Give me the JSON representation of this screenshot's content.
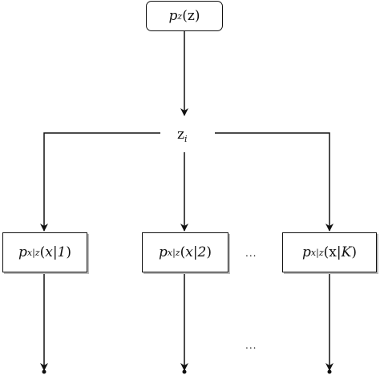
{
  "prior": {
    "func": "p",
    "sub": "z",
    "arg": "z"
  },
  "latent": {
    "var": "z",
    "sub": "i"
  },
  "conditionals": [
    {
      "func": "p",
      "sub": "x|z",
      "arg": "x|1"
    },
    {
      "func": "p",
      "sub": "x|z",
      "arg": "x|2"
    },
    {
      "func": "p",
      "sub": "x|z",
      "arg_var": "x",
      "arg_sep": "|",
      "arg_idx": "K"
    }
  ],
  "ellipsis": "..."
}
